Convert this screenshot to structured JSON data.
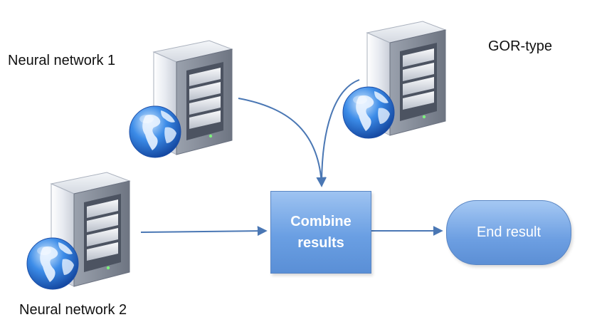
{
  "nodes": {
    "neural_network_1": {
      "label": "Neural network 1"
    },
    "gor_type": {
      "label": "GOR-type"
    },
    "neural_network_2": {
      "label": "Neural network 2"
    },
    "combine": {
      "line1": "Combine",
      "line2": "results"
    },
    "end_result": {
      "label": "End result"
    }
  },
  "colors": {
    "arrow": "#4a77b4",
    "box_top": "#9ec3f1",
    "box_bottom": "#5a8fd6",
    "server_body": "#e9ecf2",
    "globe": "#2e6fd0"
  },
  "icons": {
    "server": "server-globe-icon"
  }
}
